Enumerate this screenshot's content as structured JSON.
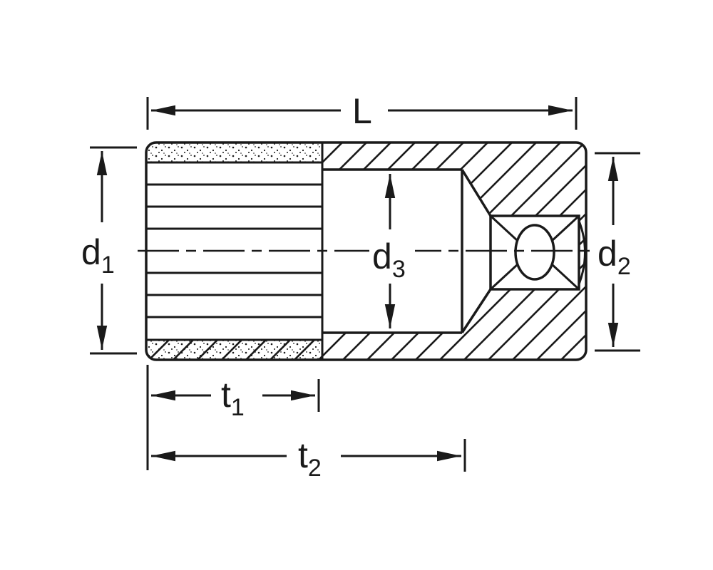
{
  "diagram": {
    "labels": {
      "length": {
        "base": "L",
        "sub": ""
      },
      "d1": {
        "base": "d",
        "sub": "1"
      },
      "d2": {
        "base": "d",
        "sub": "2"
      },
      "d3": {
        "base": "d",
        "sub": "3"
      },
      "t1": {
        "base": "t",
        "sub": "1"
      },
      "t2": {
        "base": "t",
        "sub": "2"
      }
    },
    "colors": {
      "line": "#1a1a1a",
      "background": "#ffffff"
    }
  }
}
